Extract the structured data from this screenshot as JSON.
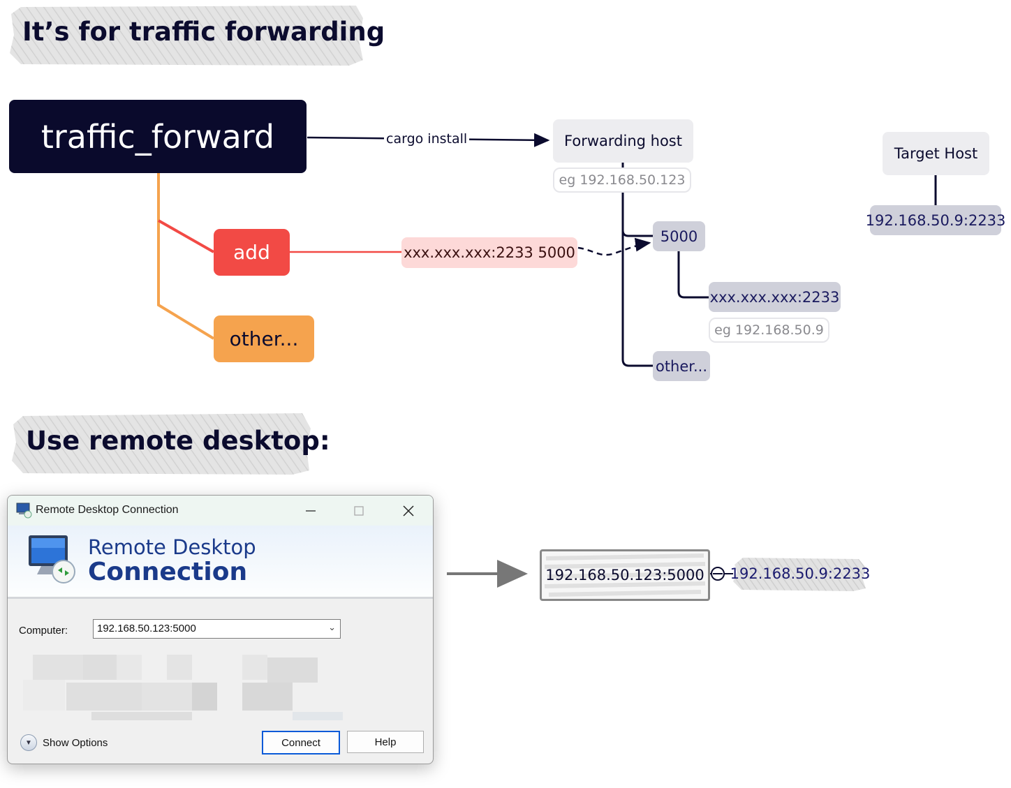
{
  "heading1": "It’s for traffic forwarding",
  "heading2": "Use remote desktop:",
  "diagram": {
    "root": "traffic_forward",
    "edge_label": "cargo install",
    "add": "add",
    "other": "other...",
    "forward_args": "xxx.xxx.xxx:2233  5000",
    "forwarding_host": "Forwarding host",
    "forwarding_host_eg": "eg 192.168.50.123",
    "port": "5000",
    "target_addr": "xxx.xxx.xxx:2233",
    "target_addr_eg": "eg 192.168.50.9",
    "host_other": "other...",
    "target_host": "Target Host",
    "target_host_addr": "192.168.50.9:2233"
  },
  "window": {
    "title": "Remote Desktop Connection",
    "banner_line1": "Remote Desktop",
    "banner_line2": "Connection",
    "computer_label": "Computer:",
    "computer_value": "192.168.50.123:5000",
    "show_options": "Show Options",
    "connect": "Connect",
    "help": "Help"
  },
  "flow": {
    "connect_address": "192.168.50.123:5000",
    "resolves_to": "192.168.50.9:2233"
  },
  "colors": {
    "dark_navy": "#0a0a2c",
    "add_red": "#f24a45",
    "other_orange": "#f5a34e",
    "pink": "#fdd9d8",
    "gray_node": "#ededf0",
    "slate_node": "#cfd0da",
    "window_blue": "#1a3a8a"
  },
  "icons": [
    "computer-monitor-icon",
    "minimize-icon",
    "maximize-icon",
    "close-icon",
    "chevron-down-icon",
    "arrow-right-icon"
  ]
}
